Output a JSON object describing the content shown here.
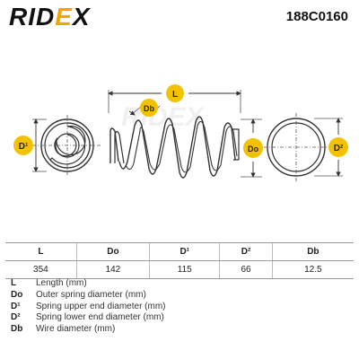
{
  "header": {
    "brand_prefix": "RID",
    "brand_accent": "E",
    "brand_suffix": "X",
    "part_number": "188C0160"
  },
  "drawing": {
    "label_L": "L",
    "label_Db": "Db",
    "label_D1": "D¹",
    "label_Do": "Do",
    "label_D2": "D²",
    "watermark": "RIDEX"
  },
  "table": {
    "headers": [
      "L",
      "Do",
      "D¹",
      "D²",
      "Db"
    ],
    "values": [
      "354",
      "142",
      "115",
      "66",
      "12.5"
    ]
  },
  "legend": [
    {
      "code": "L",
      "desc": "Length (mm)"
    },
    {
      "code": "Do",
      "desc": "Outer spring diameter (mm)"
    },
    {
      "code": "D¹",
      "desc": "Spring upper end diameter (mm)"
    },
    {
      "code": "D²",
      "desc": "Spring lower end diameter (mm)"
    },
    {
      "code": "Db",
      "desc": "Wire diameter (mm)"
    }
  ],
  "colors": {
    "accent": "#f2a500",
    "line": "#333333",
    "badge": "#f2c200"
  }
}
